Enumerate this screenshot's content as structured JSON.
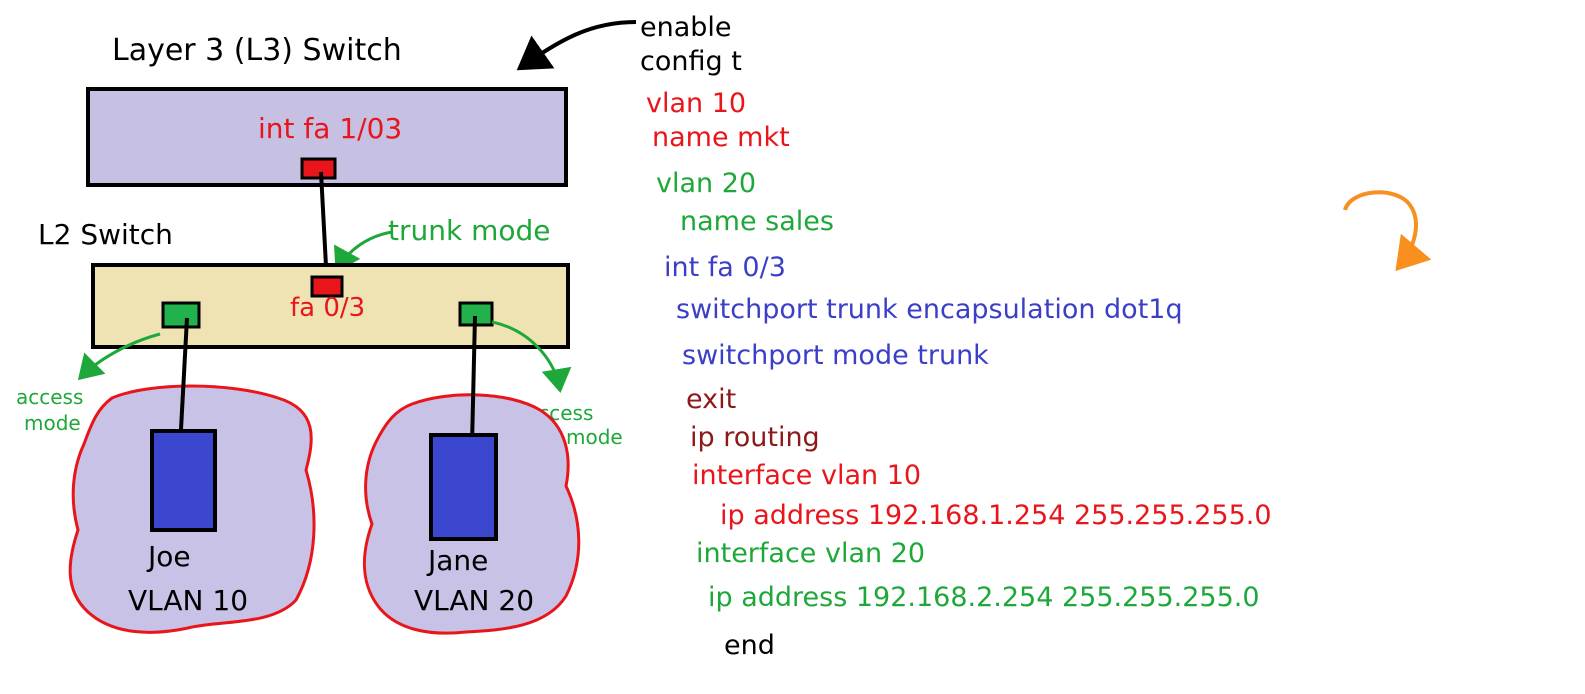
{
  "colors": {
    "l3_fill": "#c6c0e3",
    "l2_fill": "#efe3b4",
    "cloud_fill": "#c7c2e6",
    "cloud_edge": "#e8151b",
    "red": "#e8151b",
    "green": "#1fa83a",
    "blue": "#3b3fc8",
    "maroon": "#8b1a1a",
    "orange": "#f7901e",
    "black": "#000000",
    "port_green": "#22b24c",
    "host_blue": "#3b47cf"
  },
  "diagram": {
    "l3_title": "Layer 3 (L3) Switch",
    "l3_port_label": "int fa 1/03",
    "l2_title": "L2 Switch",
    "l2_port_label": "fa 0/3",
    "trunk_label": "trunk mode",
    "access_left": [
      "access",
      "mode"
    ],
    "access_right": [
      "access",
      "mode"
    ],
    "host_left": {
      "name": "Joe",
      "vlan": "VLAN 10"
    },
    "host_right": {
      "name": "Jane",
      "vlan": "VLAN 20"
    }
  },
  "commands": [
    {
      "text": "enable",
      "color": "black"
    },
    {
      "text": "config t",
      "color": "black"
    },
    {
      "text": "vlan 10",
      "color": "red"
    },
    {
      "text": "name mkt",
      "color": "red"
    },
    {
      "text": "vlan 20",
      "color": "green"
    },
    {
      "text": "name sales",
      "color": "green"
    },
    {
      "text": "int fa 0/3",
      "color": "blue"
    },
    {
      "text": "switchport trunk encapsulation dot1q",
      "color": "blue"
    },
    {
      "text": "switchport mode trunk",
      "color": "blue"
    },
    {
      "text": "exit",
      "color": "maroon"
    },
    {
      "text": "ip routing",
      "color": "maroon"
    },
    {
      "text": "interface vlan 10",
      "color": "red"
    },
    {
      "text": "ip address 192.168.1.254 255.255.255.0",
      "color": "red"
    },
    {
      "text": "interface vlan 20",
      "color": "green"
    },
    {
      "text": "ip address 192.168.2.254 255.255.255.0",
      "color": "green"
    },
    {
      "text": "end",
      "color": "black"
    }
  ]
}
